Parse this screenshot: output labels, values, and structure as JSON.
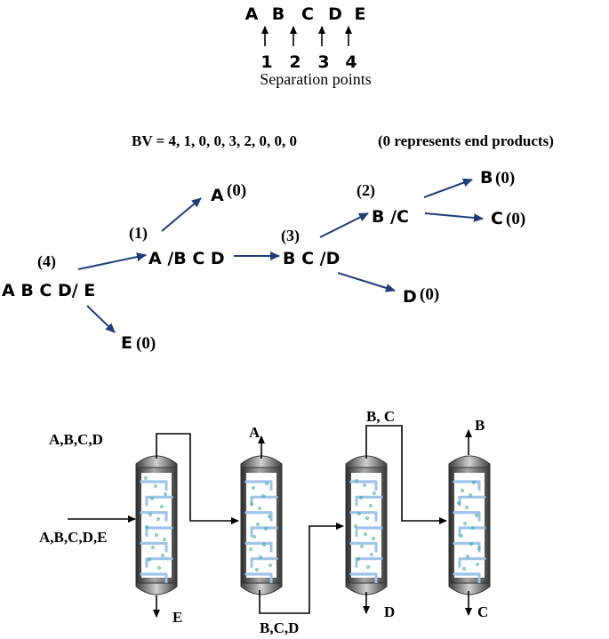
{
  "separation": {
    "letters": [
      "A",
      "B",
      "C",
      "D",
      "E"
    ],
    "points": [
      "1",
      "2",
      "3",
      "4"
    ],
    "caption": "Separation points"
  },
  "bv_line": {
    "equation": "BV = 4, 1, 0, 0, 3, 2, 0, 0, 0",
    "note": "(0 represents end products)"
  },
  "tree": {
    "root": "A B C D/ E",
    "root_num": "(4)",
    "e_product": "E",
    "e_zero": "(0)",
    "n1_num": "(1)",
    "n1": "A /B C D",
    "a_product": "A",
    "a_zero": "(0)",
    "n3_num": "(3)",
    "n3": "B C /D",
    "d_product": "D",
    "d_zero": "(0)",
    "n2_num": "(2)",
    "n2": "B /C",
    "b_product": "B",
    "b_zero": "(0)",
    "c_product": "C",
    "c_zero": "(0)"
  },
  "flowsheet": {
    "feed": "A,B,C,D,E",
    "col1_top": "A,B,C,D",
    "col1_bottom": "E",
    "col2_top": "A",
    "col2_bottom": "B,C,D",
    "col3_top": "B, C",
    "col3_bottom": "D",
    "col4_top": "B",
    "col4_bottom": "C"
  },
  "colors": {
    "arrow": "#1f3d7a",
    "vessel": "#555555",
    "tray": "#9ec3ea",
    "bubble": "#2fa58c"
  }
}
